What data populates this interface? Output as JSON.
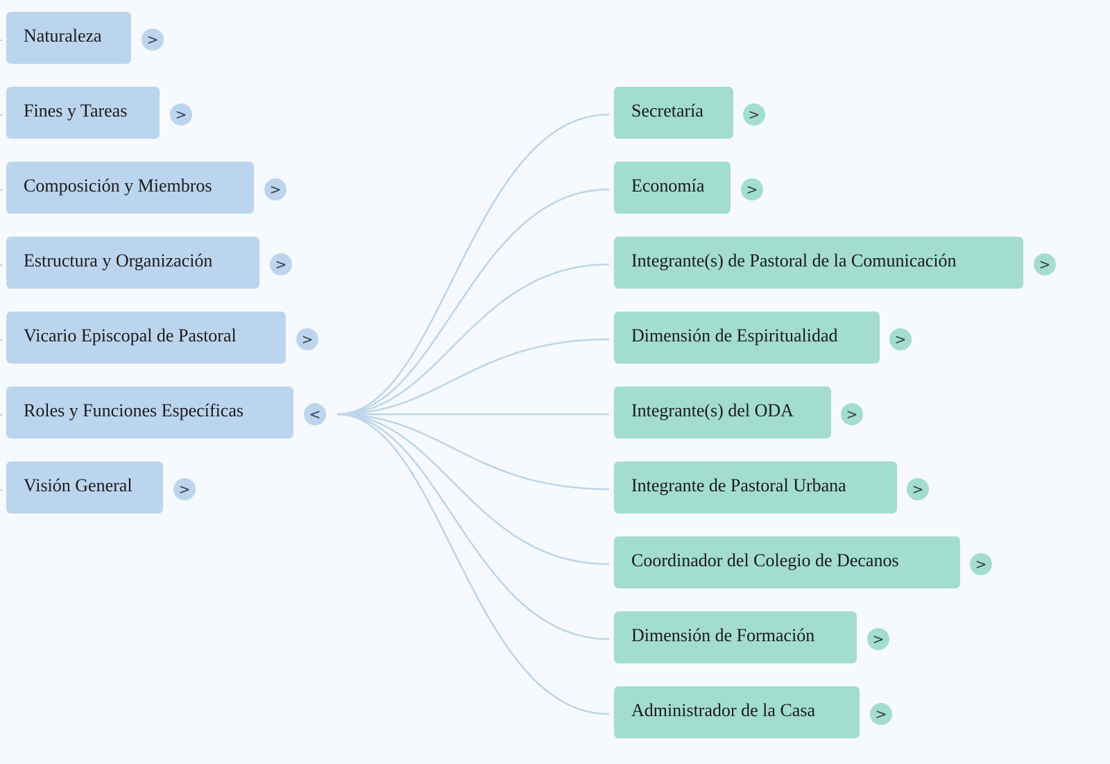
{
  "colors": {
    "background": "#f6f9fd",
    "left_node": "#bcd5ef",
    "right_node": "#a2ddd0",
    "connector": "#bcd5ea",
    "text": "#1b1b1b"
  },
  "left_nodes": [
    {
      "label": "Naturaleza",
      "toggle": ">",
      "expanded": false
    },
    {
      "label": "Fines y Tareas",
      "toggle": ">",
      "expanded": false
    },
    {
      "label": "Composición y Miembros",
      "toggle": ">",
      "expanded": false
    },
    {
      "label": "Estructura y Organización",
      "toggle": ">",
      "expanded": false
    },
    {
      "label": "Vicario Episcopal de Pastoral",
      "toggle": ">",
      "expanded": false
    },
    {
      "label": "Roles y Funciones Específicas",
      "toggle": "<",
      "expanded": true
    },
    {
      "label": "Visión General",
      "toggle": ">",
      "expanded": false
    }
  ],
  "right_nodes": [
    {
      "label": "Secretaría",
      "toggle": ">"
    },
    {
      "label": "Economía",
      "toggle": ">"
    },
    {
      "label": "Integrante(s) de Pastoral de la Comunicación",
      "toggle": ">"
    },
    {
      "label": "Dimensión de Espiritualidad",
      "toggle": ">"
    },
    {
      "label": "Integrante(s) del ODA",
      "toggle": ">"
    },
    {
      "label": "Integrante de Pastoral Urbana",
      "toggle": ">"
    },
    {
      "label": "Coordinador del Colegio de Decanos",
      "toggle": ">"
    },
    {
      "label": "Dimensión de Formación",
      "toggle": ">"
    },
    {
      "label": "Administrador de la Casa",
      "toggle": ">"
    }
  ]
}
